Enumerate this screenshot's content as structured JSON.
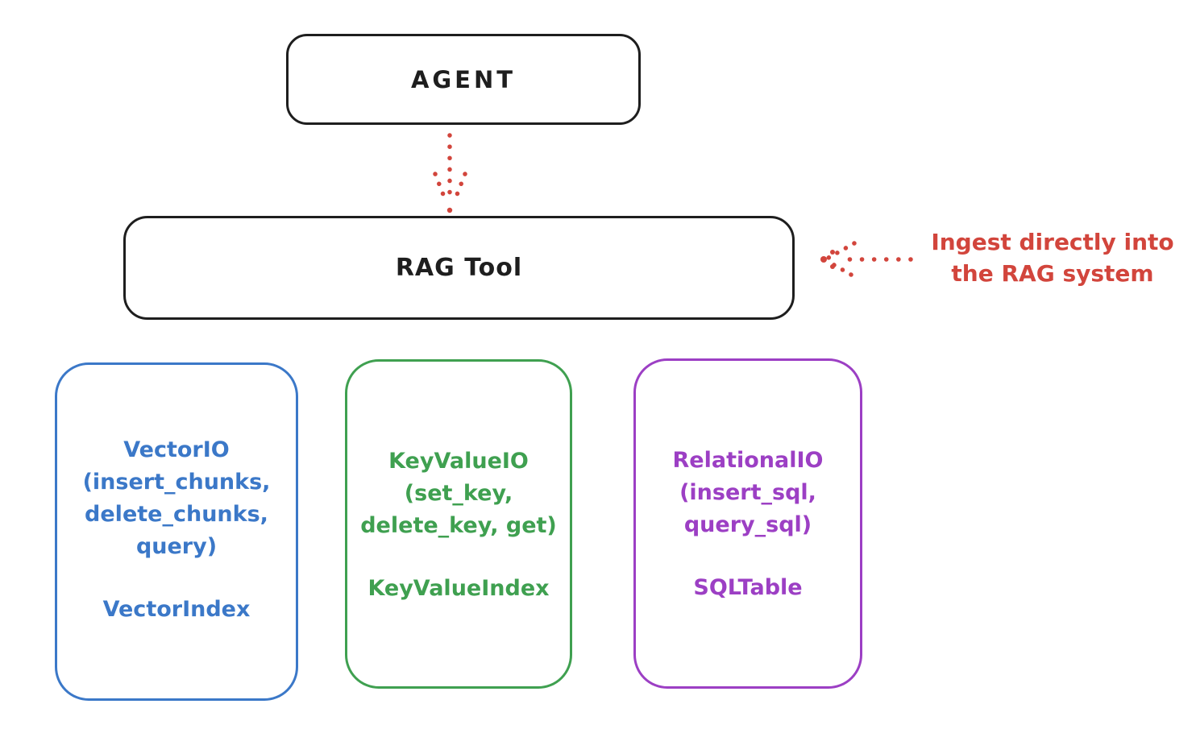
{
  "diagram": {
    "agent_box": {
      "label": "AGENT"
    },
    "rag_box": {
      "label": "RAG Tool"
    },
    "annotation": {
      "line1": "Ingest directly into",
      "line2": "the RAG system"
    },
    "cards": {
      "vector": {
        "title": "VectorIO",
        "params": [
          "(insert_chunks,",
          "delete_chunks,",
          "query)"
        ],
        "footer": "VectorIndex",
        "color": "#3b78c8"
      },
      "keyvalue": {
        "title": "KeyValueIO",
        "params": [
          "(set_key,",
          "delete_key, get)"
        ],
        "footer": "KeyValueIndex",
        "color": "#3fa050"
      },
      "relational": {
        "title": "RelationalIO",
        "params": [
          "(insert_sql,",
          "query_sql)"
        ],
        "footer": "SQLTable",
        "color": "#9c3fc4"
      }
    },
    "colors": {
      "stroke_black": "#1e1e1e",
      "accent_red": "#d2453c",
      "background": "#ffffff"
    }
  }
}
